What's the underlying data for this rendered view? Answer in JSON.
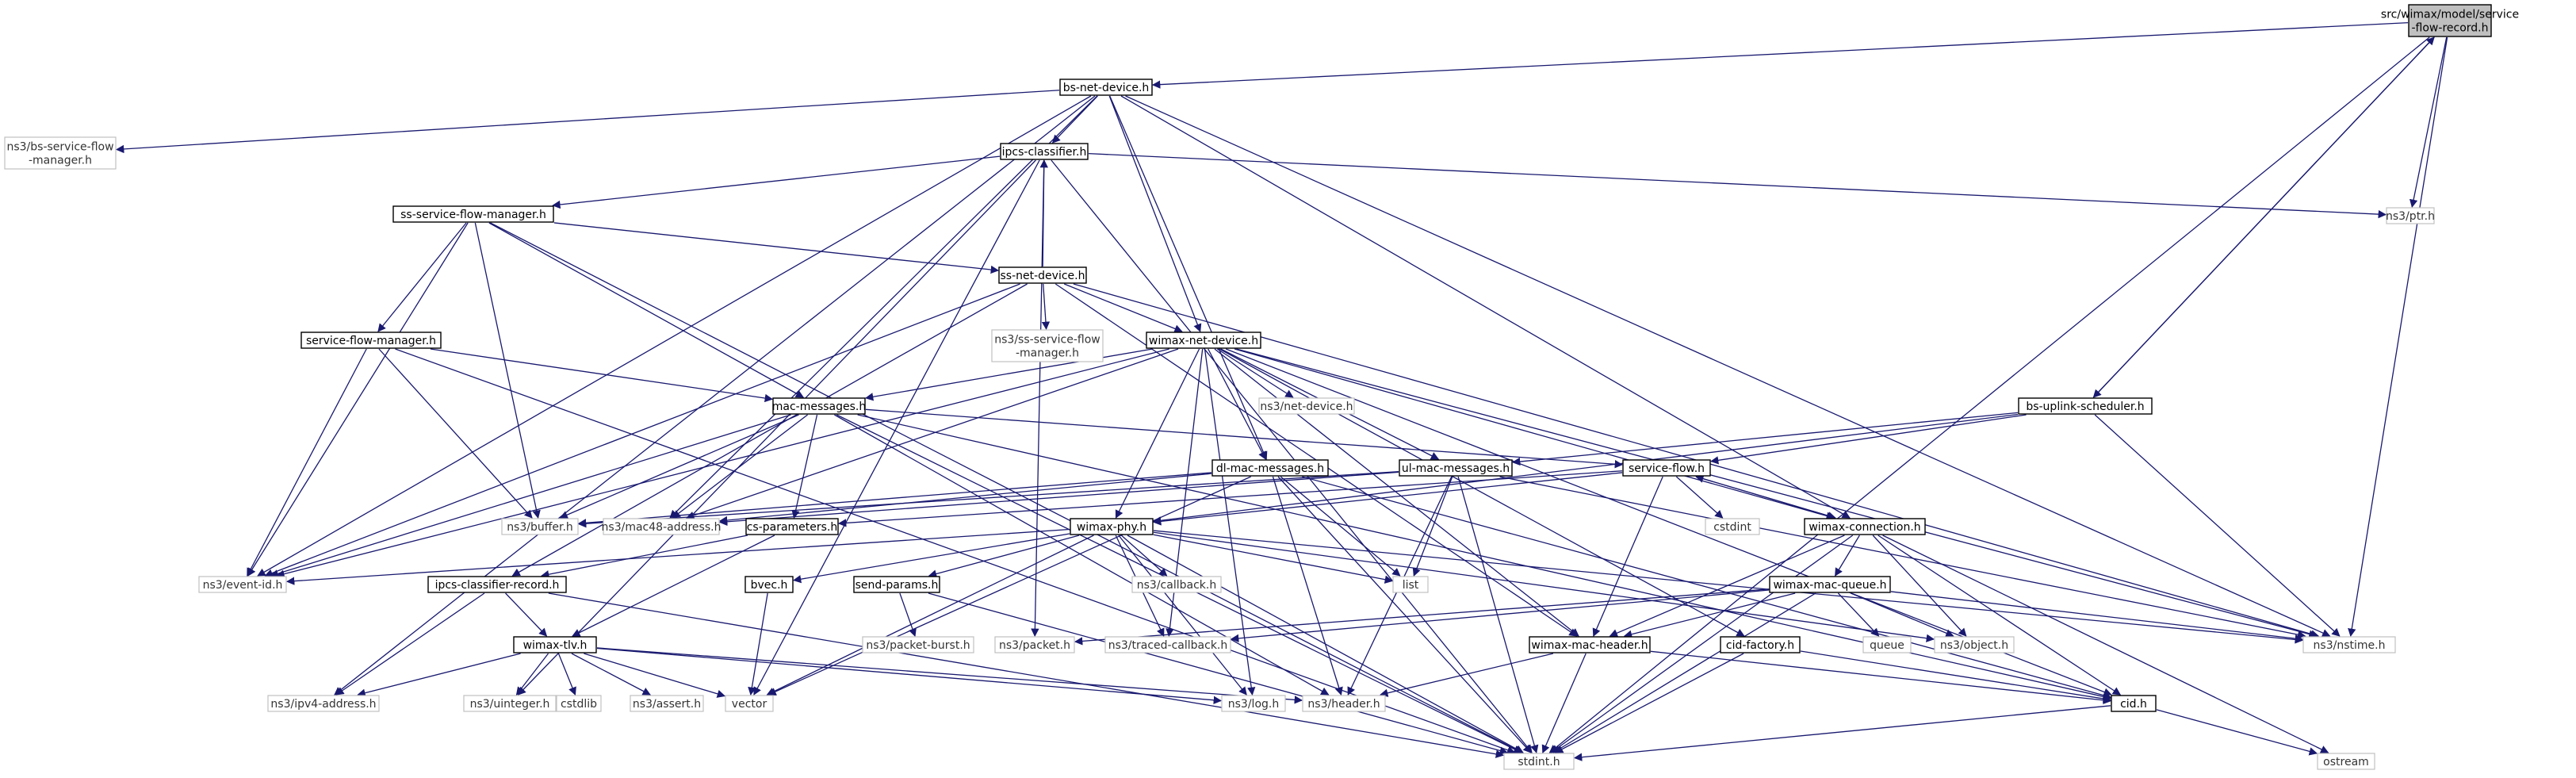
{
  "diagram": {
    "nodes": [
      {
        "id": "root",
        "style": "root",
        "lines": [
          "src/wimax/model/service",
          "-flow-record.h"
        ]
      },
      {
        "id": "bs_net_device",
        "style": "solid",
        "lines": [
          "bs-net-device.h"
        ]
      },
      {
        "id": "ns3_bs_sfm",
        "style": "grey",
        "lines": [
          "ns3/bs-service-flow",
          "-manager.h"
        ]
      },
      {
        "id": "ipcs_classifier",
        "style": "solid",
        "lines": [
          "ipcs-classifier.h"
        ]
      },
      {
        "id": "ns3_ptr",
        "style": "grey",
        "lines": [
          "ns3/ptr.h"
        ]
      },
      {
        "id": "ss_sfm",
        "style": "solid",
        "lines": [
          "ss-service-flow-manager.h"
        ]
      },
      {
        "id": "ss_net_device",
        "style": "solid",
        "lines": [
          "ss-net-device.h"
        ]
      },
      {
        "id": "sfm",
        "style": "solid",
        "lines": [
          "service-flow-manager.h"
        ]
      },
      {
        "id": "ns3_ss_sfm",
        "style": "grey",
        "lines": [
          "ns3/ss-service-flow",
          "-manager.h"
        ]
      },
      {
        "id": "wimax_net_device",
        "style": "solid",
        "lines": [
          "wimax-net-device.h"
        ]
      },
      {
        "id": "ns3_net_device",
        "style": "grey",
        "lines": [
          "ns3/net-device.h"
        ]
      },
      {
        "id": "mac_messages",
        "style": "solid",
        "lines": [
          "mac-messages.h"
        ]
      },
      {
        "id": "bs_uplink",
        "style": "solid",
        "lines": [
          "bs-uplink-scheduler.h"
        ]
      },
      {
        "id": "dl_mac",
        "style": "solid",
        "lines": [
          "dl-mac-messages.h"
        ]
      },
      {
        "id": "ul_mac",
        "style": "solid",
        "lines": [
          "ul-mac-messages.h"
        ]
      },
      {
        "id": "service_flow",
        "style": "solid",
        "lines": [
          "service-flow.h"
        ]
      },
      {
        "id": "ns3_buffer",
        "style": "grey",
        "lines": [
          "ns3/buffer.h"
        ]
      },
      {
        "id": "ns3_mac48",
        "style": "grey",
        "lines": [
          "ns3/mac48-address.h"
        ]
      },
      {
        "id": "cs_parameters",
        "style": "solid",
        "lines": [
          "cs-parameters.h"
        ]
      },
      {
        "id": "wimax_phy",
        "style": "solid",
        "lines": [
          "wimax-phy.h"
        ]
      },
      {
        "id": "cstdint",
        "style": "grey",
        "lines": [
          "cstdint"
        ]
      },
      {
        "id": "wimax_connection",
        "style": "solid",
        "lines": [
          "wimax-connection.h"
        ]
      },
      {
        "id": "ns3_event_id",
        "style": "grey",
        "lines": [
          "ns3/event-id.h"
        ]
      },
      {
        "id": "ipcs_cr",
        "style": "solid",
        "lines": [
          "ipcs-classifier-record.h"
        ]
      },
      {
        "id": "bvec",
        "style": "solid",
        "lines": [
          "bvec.h"
        ]
      },
      {
        "id": "send_params",
        "style": "solid",
        "lines": [
          "send-params.h"
        ]
      },
      {
        "id": "ns3_callback",
        "style": "grey",
        "lines": [
          "ns3/callback.h"
        ]
      },
      {
        "id": "list",
        "style": "grey",
        "lines": [
          "list"
        ]
      },
      {
        "id": "wimax_mac_queue",
        "style": "solid",
        "lines": [
          "wimax-mac-queue.h"
        ]
      },
      {
        "id": "wimax_tlv",
        "style": "solid",
        "lines": [
          "wimax-tlv.h"
        ]
      },
      {
        "id": "ns3_packet_burst",
        "style": "grey",
        "lines": [
          "ns3/packet-burst.h"
        ]
      },
      {
        "id": "ns3_packet",
        "style": "grey",
        "lines": [
          "ns3/packet.h"
        ]
      },
      {
        "id": "ns3_traced_callback",
        "style": "grey",
        "lines": [
          "ns3/traced-callback.h"
        ]
      },
      {
        "id": "wimax_mac_header",
        "style": "solid",
        "lines": [
          "wimax-mac-header.h"
        ]
      },
      {
        "id": "cid_factory",
        "style": "solid",
        "lines": [
          "cid-factory.h"
        ]
      },
      {
        "id": "queue",
        "style": "grey",
        "lines": [
          "queue"
        ]
      },
      {
        "id": "ns3_object",
        "style": "grey",
        "lines": [
          "ns3/object.h"
        ]
      },
      {
        "id": "ns3_nstime",
        "style": "grey",
        "lines": [
          "ns3/nstime.h"
        ]
      },
      {
        "id": "ns3_ipv4",
        "style": "grey",
        "lines": [
          "ns3/ipv4-address.h"
        ]
      },
      {
        "id": "ns3_uinteger",
        "style": "grey",
        "lines": [
          "ns3/uinteger.h"
        ]
      },
      {
        "id": "cstdlib",
        "style": "grey",
        "lines": [
          "cstdlib"
        ]
      },
      {
        "id": "ns3_assert",
        "style": "grey",
        "lines": [
          "ns3/assert.h"
        ]
      },
      {
        "id": "vector",
        "style": "grey",
        "lines": [
          "vector"
        ]
      },
      {
        "id": "ns3_log",
        "style": "grey",
        "lines": [
          "ns3/log.h"
        ]
      },
      {
        "id": "ns3_header",
        "style": "grey",
        "lines": [
          "ns3/header.h"
        ]
      },
      {
        "id": "cid",
        "style": "solid",
        "lines": [
          "cid.h"
        ]
      },
      {
        "id": "stdint",
        "style": "grey",
        "lines": [
          "stdint.h"
        ]
      },
      {
        "id": "ostream",
        "style": "grey",
        "lines": [
          "ostream"
        ]
      }
    ],
    "edges": [
      [
        "root",
        "bs_net_device"
      ],
      [
        "root",
        "ns3_ptr"
      ],
      [
        "root",
        "bs_uplink"
      ],
      [
        "root",
        "ns3_nstime"
      ],
      [
        "root",
        "stdint"
      ],
      [
        "bs_uplink",
        "root"
      ],
      [
        "bs_net_device",
        "ns3_bs_sfm"
      ],
      [
        "bs_net_device",
        "ipcs_classifier"
      ],
      [
        "bs_net_device",
        "ns3_event_id"
      ],
      [
        "bs_net_device",
        "ns3_ipv4"
      ],
      [
        "bs_net_device",
        "ns3_mac48"
      ],
      [
        "bs_net_device",
        "wimax_net_device"
      ],
      [
        "bs_net_device",
        "dl_mac"
      ],
      [
        "bs_net_device",
        "wimax_connection"
      ],
      [
        "bs_net_device",
        "ns3_nstime"
      ],
      [
        "ipcs_classifier",
        "ss_sfm"
      ],
      [
        "ipcs_classifier",
        "ns3_ptr"
      ],
      [
        "ipcs_classifier",
        "ns3_packet"
      ],
      [
        "ipcs_classifier",
        "vector"
      ],
      [
        "ipcs_classifier",
        "ns3_uinteger"
      ],
      [
        "ipcs_classifier",
        "stdint"
      ],
      [
        "ss_net_device",
        "ipcs_classifier"
      ],
      [
        "ss_sfm",
        "ss_net_device"
      ],
      [
        "ss_sfm",
        "sfm"
      ],
      [
        "ss_sfm",
        "mac_messages"
      ],
      [
        "ss_sfm",
        "ns3_event_id"
      ],
      [
        "ss_sfm",
        "ns3_buffer"
      ],
      [
        "ss_sfm",
        "stdint"
      ],
      [
        "ss_net_device",
        "ns3_ss_sfm"
      ],
      [
        "ss_net_device",
        "wimax_net_device"
      ],
      [
        "ss_net_device",
        "ns3_event_id"
      ],
      [
        "ss_net_device",
        "wimax_mac_header"
      ],
      [
        "ss_net_device",
        "ns3_nstime"
      ],
      [
        "ss_net_device",
        "ipcs_cr"
      ],
      [
        "sfm",
        "mac_messages"
      ],
      [
        "sfm",
        "ns3_event_id"
      ],
      [
        "sfm",
        "ns3_buffer"
      ],
      [
        "sfm",
        "stdint"
      ],
      [
        "wimax_net_device",
        "ns3_net_device"
      ],
      [
        "wimax_net_device",
        "mac_messages"
      ],
      [
        "wimax_net_device",
        "dl_mac"
      ],
      [
        "wimax_net_device",
        "ul_mac"
      ],
      [
        "wimax_net_device",
        "wimax_phy"
      ],
      [
        "wimax_net_device",
        "wimax_connection"
      ],
      [
        "wimax_net_device",
        "wimax_mac_header"
      ],
      [
        "wimax_net_device",
        "cid_factory"
      ],
      [
        "wimax_net_device",
        "ns3_event_id"
      ],
      [
        "wimax_net_device",
        "ns3_mac48"
      ],
      [
        "wimax_net_device",
        "ns3_traced_callback"
      ],
      [
        "wimax_net_device",
        "ns3_log"
      ],
      [
        "wimax_net_device",
        "ns3_nstime"
      ],
      [
        "wimax_net_device",
        "cid"
      ],
      [
        "mac_messages",
        "service_flow"
      ],
      [
        "mac_messages",
        "ns3_buffer"
      ],
      [
        "mac_messages",
        "ns3_mac48"
      ],
      [
        "mac_messages",
        "cs_parameters"
      ],
      [
        "mac_messages",
        "ns3_header"
      ],
      [
        "mac_messages",
        "stdint"
      ],
      [
        "mac_messages",
        "ns3_event_id"
      ],
      [
        "mac_messages",
        "cid"
      ],
      [
        "bs_uplink",
        "service_flow"
      ],
      [
        "bs_uplink",
        "ul_mac"
      ],
      [
        "bs_uplink",
        "wimax_phy"
      ],
      [
        "bs_uplink",
        "ns3_nstime"
      ],
      [
        "dl_mac",
        "ns3_buffer"
      ],
      [
        "dl_mac",
        "ns3_mac48"
      ],
      [
        "dl_mac",
        "list"
      ],
      [
        "dl_mac",
        "ns3_header"
      ],
      [
        "dl_mac",
        "stdint"
      ],
      [
        "dl_mac",
        "cid"
      ],
      [
        "dl_mac",
        "vector"
      ],
      [
        "ul_mac",
        "ns3_buffer"
      ],
      [
        "ul_mac",
        "list"
      ],
      [
        "ul_mac",
        "ns3_header"
      ],
      [
        "ul_mac",
        "stdint"
      ],
      [
        "ul_mac",
        "ns3_nstime"
      ],
      [
        "ul_mac",
        "ns3_mac48"
      ],
      [
        "service_flow",
        "wimax_connection"
      ],
      [
        "service_flow",
        "cstdint"
      ],
      [
        "service_flow",
        "wimax_mac_header"
      ],
      [
        "service_flow",
        "cs_parameters"
      ],
      [
        "service_flow",
        "wimax_phy"
      ],
      [
        "wimax_connection",
        "service_flow"
      ],
      [
        "wimax_connection",
        "wimax_mac_queue"
      ],
      [
        "wimax_connection",
        "cid"
      ],
      [
        "wimax_connection",
        "ns3_object"
      ],
      [
        "wimax_connection",
        "ostream"
      ],
      [
        "wimax_connection",
        "stdint"
      ],
      [
        "wimax_connection",
        "wimax_mac_header"
      ],
      [
        "cs_parameters",
        "ipcs_cr"
      ],
      [
        "cs_parameters",
        "wimax_tlv"
      ],
      [
        "wimax_phy",
        "ns3_event_id"
      ],
      [
        "wimax_phy",
        "bvec"
      ],
      [
        "wimax_phy",
        "send_params"
      ],
      [
        "wimax_phy",
        "ns3_callback"
      ],
      [
        "wimax_phy",
        "list"
      ],
      [
        "wimax_phy",
        "ns3_traced_callback"
      ],
      [
        "wimax_phy",
        "ns3_log"
      ],
      [
        "wimax_phy",
        "ns3_object"
      ],
      [
        "wimax_phy",
        "ns3_nstime"
      ],
      [
        "wimax_phy",
        "vector"
      ],
      [
        "wimax_phy",
        "stdint"
      ],
      [
        "ipcs_cr",
        "wimax_tlv"
      ],
      [
        "ipcs_cr",
        "ns3_ipv4"
      ],
      [
        "ipcs_cr",
        "stdint"
      ],
      [
        "bvec",
        "vector"
      ],
      [
        "send_params",
        "ns3_packet_burst"
      ],
      [
        "send_params",
        "stdint"
      ],
      [
        "wimax_mac_queue",
        "wimax_mac_header"
      ],
      [
        "wimax_mac_queue",
        "queue"
      ],
      [
        "wimax_mac_queue",
        "ns3_object"
      ],
      [
        "wimax_mac_queue",
        "ns3_nstime"
      ],
      [
        "wimax_mac_queue",
        "ns3_packet"
      ],
      [
        "wimax_mac_queue",
        "ns3_traced_callback"
      ],
      [
        "wimax_mac_queue",
        "stdint"
      ],
      [
        "wimax_tlv",
        "ns3_ipv4"
      ],
      [
        "wimax_tlv",
        "ns3_uinteger"
      ],
      [
        "wimax_tlv",
        "cstdlib"
      ],
      [
        "wimax_tlv",
        "ns3_assert"
      ],
      [
        "wimax_tlv",
        "vector"
      ],
      [
        "wimax_tlv",
        "ns3_log"
      ],
      [
        "wimax_tlv",
        "ns3_header"
      ],
      [
        "wimax_mac_header",
        "ns3_header"
      ],
      [
        "wimax_mac_header",
        "stdint"
      ],
      [
        "wimax_mac_header",
        "cid"
      ],
      [
        "cid_factory",
        "cid"
      ],
      [
        "cid_factory",
        "stdint"
      ],
      [
        "cid",
        "stdint"
      ],
      [
        "cid",
        "ostream"
      ]
    ],
    "colors": {
      "edge": "#191970",
      "solid_border": "#000000",
      "grey_border": "#c0c0c0",
      "root_fill": "#bfbfbf",
      "text": "#000000"
    }
  }
}
